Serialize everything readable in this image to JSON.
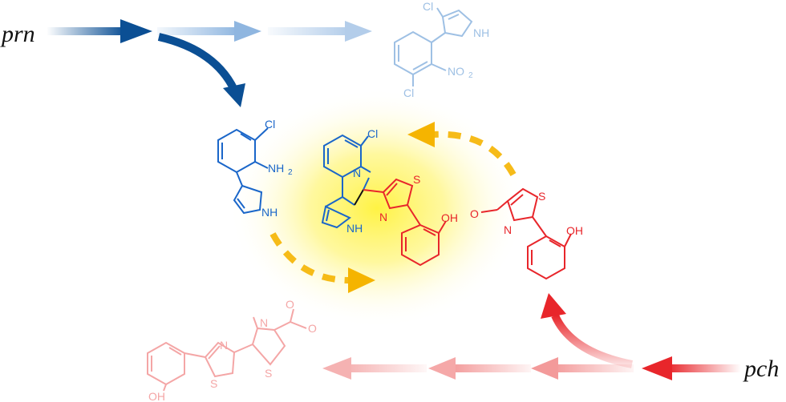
{
  "labels": {
    "top_gene": "prn",
    "bottom_gene": "pch"
  },
  "atoms": {
    "cl": "Cl",
    "nh": "NH",
    "n": "N",
    "s": "S",
    "oh": "OH",
    "o": "O",
    "nh2": "NH",
    "two": "2",
    "no2": "NO",
    "methyl": "N"
  },
  "colors": {
    "prn_blue": "#1a66c9",
    "prn_dark_arrow": "#0b4f94",
    "prn_faded": "#9ec0e4",
    "pch_red": "#e8262b",
    "pch_faded": "#f1a2a2",
    "glow": "#fff23a",
    "dashed_arrow": "#f5b400"
  }
}
